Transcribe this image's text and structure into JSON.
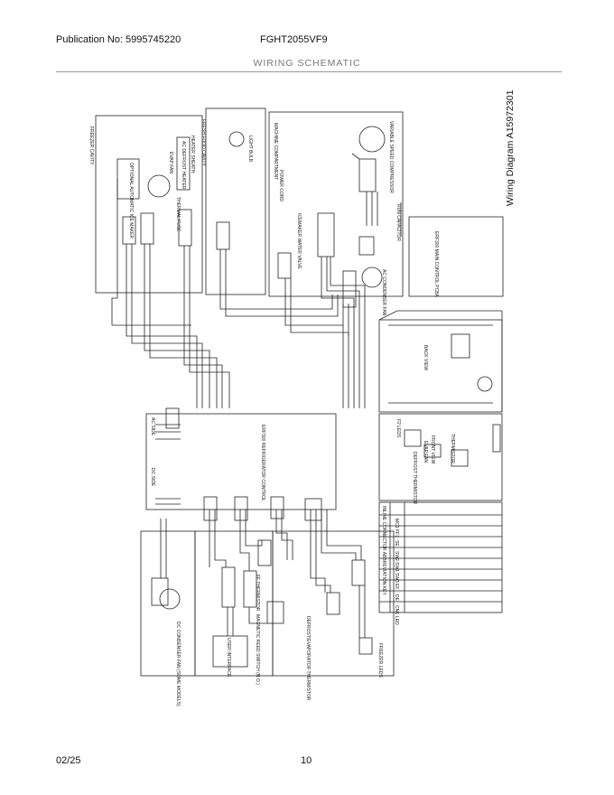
{
  "header": {
    "publication": "Publication No:  5995745220",
    "model": "FGHT2055VF9",
    "title": "WIRING SCHEMATIC"
  },
  "diagram": {
    "id_label": "Wiring Diagram A15972301",
    "freezer_cavity": "FREEZER CAVITY",
    "fresh_food_cavity": "FRESH FOOD CAVITY",
    "machine_compartment": "MACHINE COMPARTMENT",
    "evap_fan": "EVAP FAN",
    "ice_maker": "OPTIONAL AUTOMATIC ICE MAKER",
    "defrost_heater": "AC DEFROST HEATER",
    "heater_sheath": "HEATER SHEATH",
    "thermal_fuse": "THERMAL FUSE",
    "light_bulb": "LIGHT BULB",
    "power_cord": "POWER CORD",
    "icemaker_valve": "ICEMAKER WATER VALVE",
    "compressor": "VARIABLE SPEED COMPRESSOR",
    "run_capacitor": "RUN CAPACITOR",
    "ac_condenser_fan": "AC CONDENSER FAN",
    "main_pcba": "ERF300 MAIN CONTROL PCBA",
    "control_board": "ERF300 REFRIGERATOR CONTROL",
    "ac_side": "AC SIDE",
    "dc_side": "DC SIDE",
    "back_view": "BACK VIEW",
    "front_view": "FRONT VIEW",
    "f2_leds": "F2 LEDS",
    "evap_fan_small": "EVAP FAN",
    "thermistor": "THERMISTOR",
    "defrost_thermistor": "DEFROST THERMISTOR",
    "reed_switch": "MAGNETIC REED SWITCH (N.O.)",
    "ff_thermistor": "FF THERMISTOR",
    "user_interface": "USER INTERFACE",
    "dc_condenser_fan": "DC CONDENSER FAN (SOME MODELS)",
    "freezer_leds": "FREEZER LEDS",
    "defrost_evap_thermistor": "DEFROST/EVAPORATOR THERMISTOR",
    "connector_table_title": "INLINE CONNECTOR ABBREVIATION KEY",
    "abbreviations": [
      "MC1",
      "FF1",
      "SE",
      "SW2",
      "SW1",
      "SW3",
      "EF",
      "DE",
      "CN1",
      "LED"
    ]
  },
  "footer": {
    "date": "02/25",
    "page": "10"
  }
}
